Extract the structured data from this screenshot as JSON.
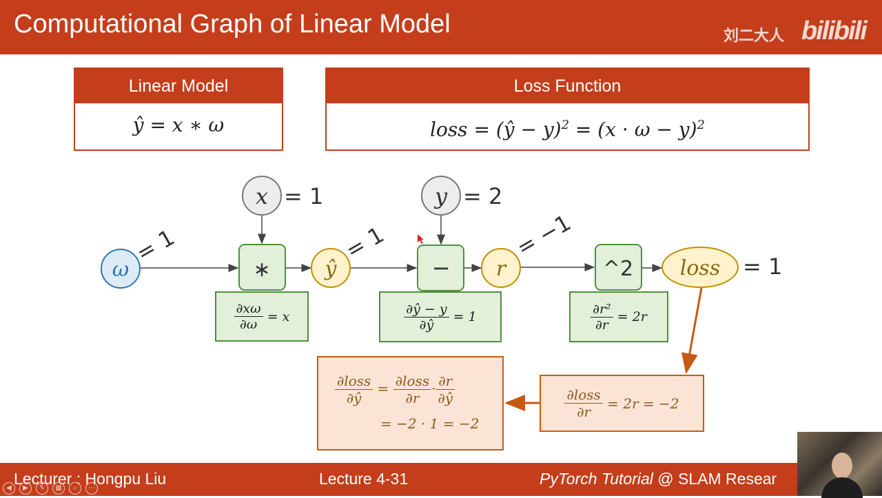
{
  "header": {
    "title": "Computational Graph of Linear Model",
    "brand": "刘二大人",
    "logo": "bilibili"
  },
  "linear_model": {
    "title": "Linear Model",
    "formula": "ŷ = x ∗ ω"
  },
  "loss_function": {
    "title": "Loss Function",
    "formula_a": "loss = (ŷ − y)",
    "sup_a": "2",
    "formula_b": "= (x · ω − y)",
    "sup_b": "2"
  },
  "graph": {
    "omega_label": "ω",
    "omega_grad": "= 1",
    "x_label": "x",
    "x_value": "= 1",
    "mul_label": "∗",
    "yhat_label": "ŷ",
    "yhat_grad": "= 1",
    "y_label": "y",
    "y_value": "= 2",
    "sub_label": "−",
    "r_label": "r",
    "r_grad": "= −1",
    "sq_label": "^2",
    "loss_label": "loss",
    "loss_value": "= 1"
  },
  "local_grads": {
    "mul": {
      "num": "∂xω",
      "den": "∂ω",
      "rhs": "= x"
    },
    "sub": {
      "num": "∂ŷ − y",
      "den": "∂ŷ",
      "rhs": "= 1"
    },
    "sq": {
      "num": "∂r²",
      "den": "∂r",
      "rhs": "= 2r"
    }
  },
  "backprop": {
    "right": {
      "num": "∂loss",
      "den": "∂r",
      "rhs": "= 2r = −2"
    },
    "left": {
      "lhs_num": "∂loss",
      "lhs_den": "∂ŷ",
      "eq": "=",
      "a_num": "∂loss",
      "a_den": "∂r",
      "dot": "·",
      "b_num": "∂r",
      "b_den": "∂ŷ",
      "line2": "= −2 · 1 = −2"
    }
  },
  "footer": {
    "lecturer": "Lecturer : Hongpu Liu",
    "lecture": "Lecture 4-31",
    "course_italic": "PyTorch Tutorial",
    "course_rest": " @ SLAM Resear"
  },
  "colors": {
    "accent": "#c43e1c",
    "green_fill": "#e2efd9",
    "green_border": "#4e8f3a",
    "orange_fill": "#fbe4d5",
    "orange_border": "#c55a11",
    "blue_node": "#ddebf7",
    "yellow_node": "#fff2cc"
  }
}
